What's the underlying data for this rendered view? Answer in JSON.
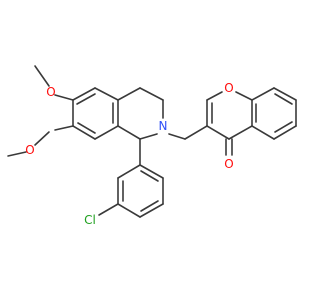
{
  "molecule": {
    "atoms": [
      {
        "id": "O_methoxy_top",
        "label": "O",
        "color": "#ff0d0d"
      },
      {
        "id": "O_methoxy_bottom",
        "label": "O",
        "color": "#ff0d0d"
      },
      {
        "id": "N_ring",
        "label": "N",
        "color": "#3050f8"
      },
      {
        "id": "O_pyran",
        "label": "O",
        "color": "#ff0d0d"
      },
      {
        "id": "O_ketone",
        "label": "O",
        "color": "#ff0d0d"
      },
      {
        "id": "Cl_aryl",
        "label": "Cl",
        "color": "#1fa01f"
      }
    ],
    "bond_color": "#3a3a3a"
  }
}
